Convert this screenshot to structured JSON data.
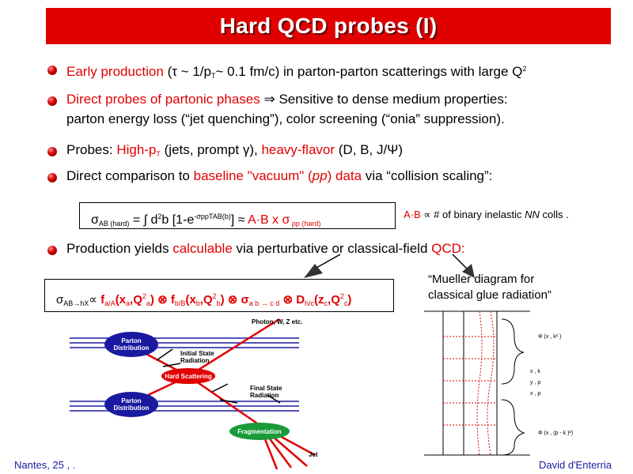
{
  "title": "Hard QCD probes (I)",
  "b1": {
    "red": "Early production",
    "t1": " (",
    "tau": "τ",
    "t2": " ~ 1/p",
    "t_sub": "T",
    "t3": "~ 0.1 fm/c) in parton-parton scatterings with large Q",
    "t_sup": "2"
  },
  "b2": {
    "red": "Direct probes of partonic phases",
    "arrow": " ⇒ ",
    "t1": " Sensitive to dense medium properties:",
    "line2": "parton energy loss (“jet quenching”), color screening (“onia” suppression)."
  },
  "b3": {
    "t1": "Probes: ",
    "red1": "High-p",
    "red1_sub": "T",
    "t2": "  (jets, prompt ",
    "gamma": "γ",
    "t3": "), ",
    "red2": "heavy-flavor",
    "t4": "  (D, B, J/Ψ)"
  },
  "b4": {
    "t1": "Direct comparison to ",
    "red1": "baseline \"vacuum\" (",
    "ital": "pp",
    "red2": ") data",
    "t2": " via “collision scaling”:"
  },
  "eq1": {
    "sigma": "σ",
    "sub1": "AB (hard)",
    "eq": " = ∫ d",
    "sup1": "2",
    "t1": "b [1-e",
    "sup2": "-σppTAB(b)",
    "t2": "] ≈ ",
    "red": "A·B x σ",
    "red_sub": " pp (hard)"
  },
  "eq1_note": {
    "red": "A·B",
    "t1": " ∝  # of binary inelastic ",
    "ital": "NN",
    "t2": " colls  ."
  },
  "b5": {
    "t1": "Production yields ",
    "red1": "calculable",
    "t2": " via perturbative or classical-field ",
    "red2": "QCD:"
  },
  "eq2": {
    "sigma": "σ",
    "sub1": "AB→hX",
    "t1": "∝ ",
    "f1": "f",
    "f1s": "a/A",
    "f1a": "(x",
    "f1as": "a",
    "f1b": ",Q",
    "f1bs": "2",
    "f1c": "a",
    "f1d": ") ⊗ ",
    "f2": "f",
    "f2s": "b/B",
    "f2a": "(x",
    "f2as": "b",
    "f2b": ",Q",
    "f2bs": "2",
    "f2c": "b",
    "f2d": ") ⊗ ",
    "s2": "σ",
    "s2s": "a b → c d",
    "s2d": " ⊗ ",
    "D": "D",
    "Ds": "h/c",
    "Da": "(z",
    "Das": "c",
    "Db": ",Q",
    "Dbs": "2",
    "Dc": "c",
    "Dd": ")"
  },
  "mueller": {
    "line1": "“Mueller diagram for",
    "line2": "classical glue radiation”"
  },
  "diagram": {
    "photon": "Photon, W, Z etc.",
    "parton1": "Parton",
    "parton1b": "Distribution",
    "isr1": "Initial State",
    "isr2": "Radiation",
    "hard": "Hard Scattering",
    "fsr1": "Final State",
    "fsr2": "Radiation",
    "parton2": "Parton",
    "parton2b": "Distribution",
    "frag": "Fragmentation",
    "jet": "Jet"
  },
  "footer": {
    "left": "Nantes, 25 ,   .",
    "right": "David d'Enterria"
  },
  "colors": {
    "accent": "#e00000",
    "diagram_blue": "#1a1aa0",
    "frag_green": "#1a9a3a"
  }
}
